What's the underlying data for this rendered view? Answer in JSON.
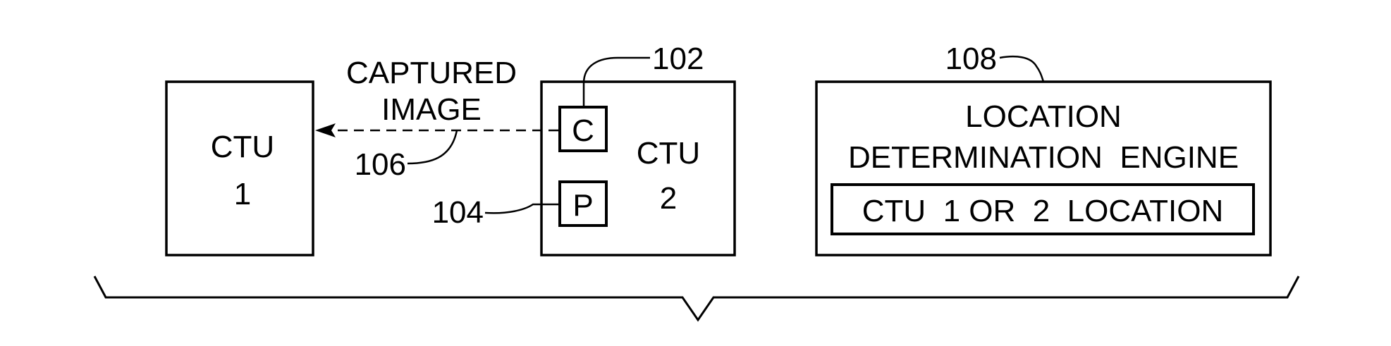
{
  "ctu1": {
    "line1": "CTU",
    "line2": "1"
  },
  "ctu2": {
    "line1": "CTU",
    "line2": "2",
    "camera_label": "C",
    "processor_label": "P"
  },
  "captured_image": {
    "line1": "CAPTURED",
    "line2": "IMAGE"
  },
  "engine": {
    "line1": "LOCATION",
    "line2": "DETERMINATION  ENGINE",
    "output_label": "CTU  1 OR  2  LOCATION"
  },
  "reference_numerals": {
    "camera": "102",
    "processor": "104",
    "captured_image": "106",
    "engine": "108"
  }
}
